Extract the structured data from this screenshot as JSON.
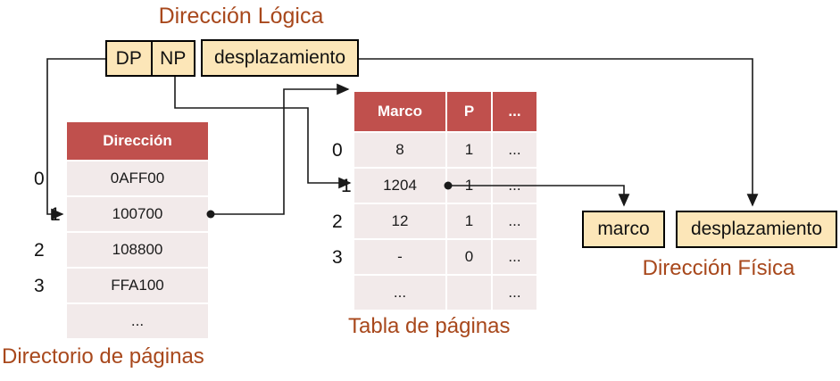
{
  "title_logical": "Dirección Lógica",
  "logical_address": {
    "dp": "DP",
    "np": "NP",
    "offset": "desplazamiento"
  },
  "directory": {
    "label": "Directorio de páginas",
    "header": "Dirección",
    "indices": [
      "0",
      "1",
      "2",
      "3"
    ],
    "rows": [
      "0AFF00",
      "100700",
      "108800",
      "FFA100",
      "..."
    ]
  },
  "page_table": {
    "label": "Tabla de páginas",
    "headers": [
      "Marco",
      "P",
      "..."
    ],
    "indices": [
      "0",
      "1",
      "2",
      "3"
    ],
    "rows": [
      {
        "marco": "8",
        "p": "1",
        "more": "..."
      },
      {
        "marco": "1204",
        "p": "1",
        "more": "..."
      },
      {
        "marco": "12",
        "p": "1",
        "more": "..."
      },
      {
        "marco": "-",
        "p": "0",
        "more": "..."
      },
      {
        "marco": "...",
        "p": "",
        "more": "..."
      }
    ]
  },
  "physical": {
    "label": "Dirección Física",
    "marco": "marco",
    "offset": "desplazamiento"
  },
  "colors": {
    "table_header_red": "#C0504D",
    "table_row_pink": "#F2EAEA",
    "box_cream": "#FCE6B8",
    "label_rust": "#A8481C",
    "line_black": "#1a1a1a"
  }
}
